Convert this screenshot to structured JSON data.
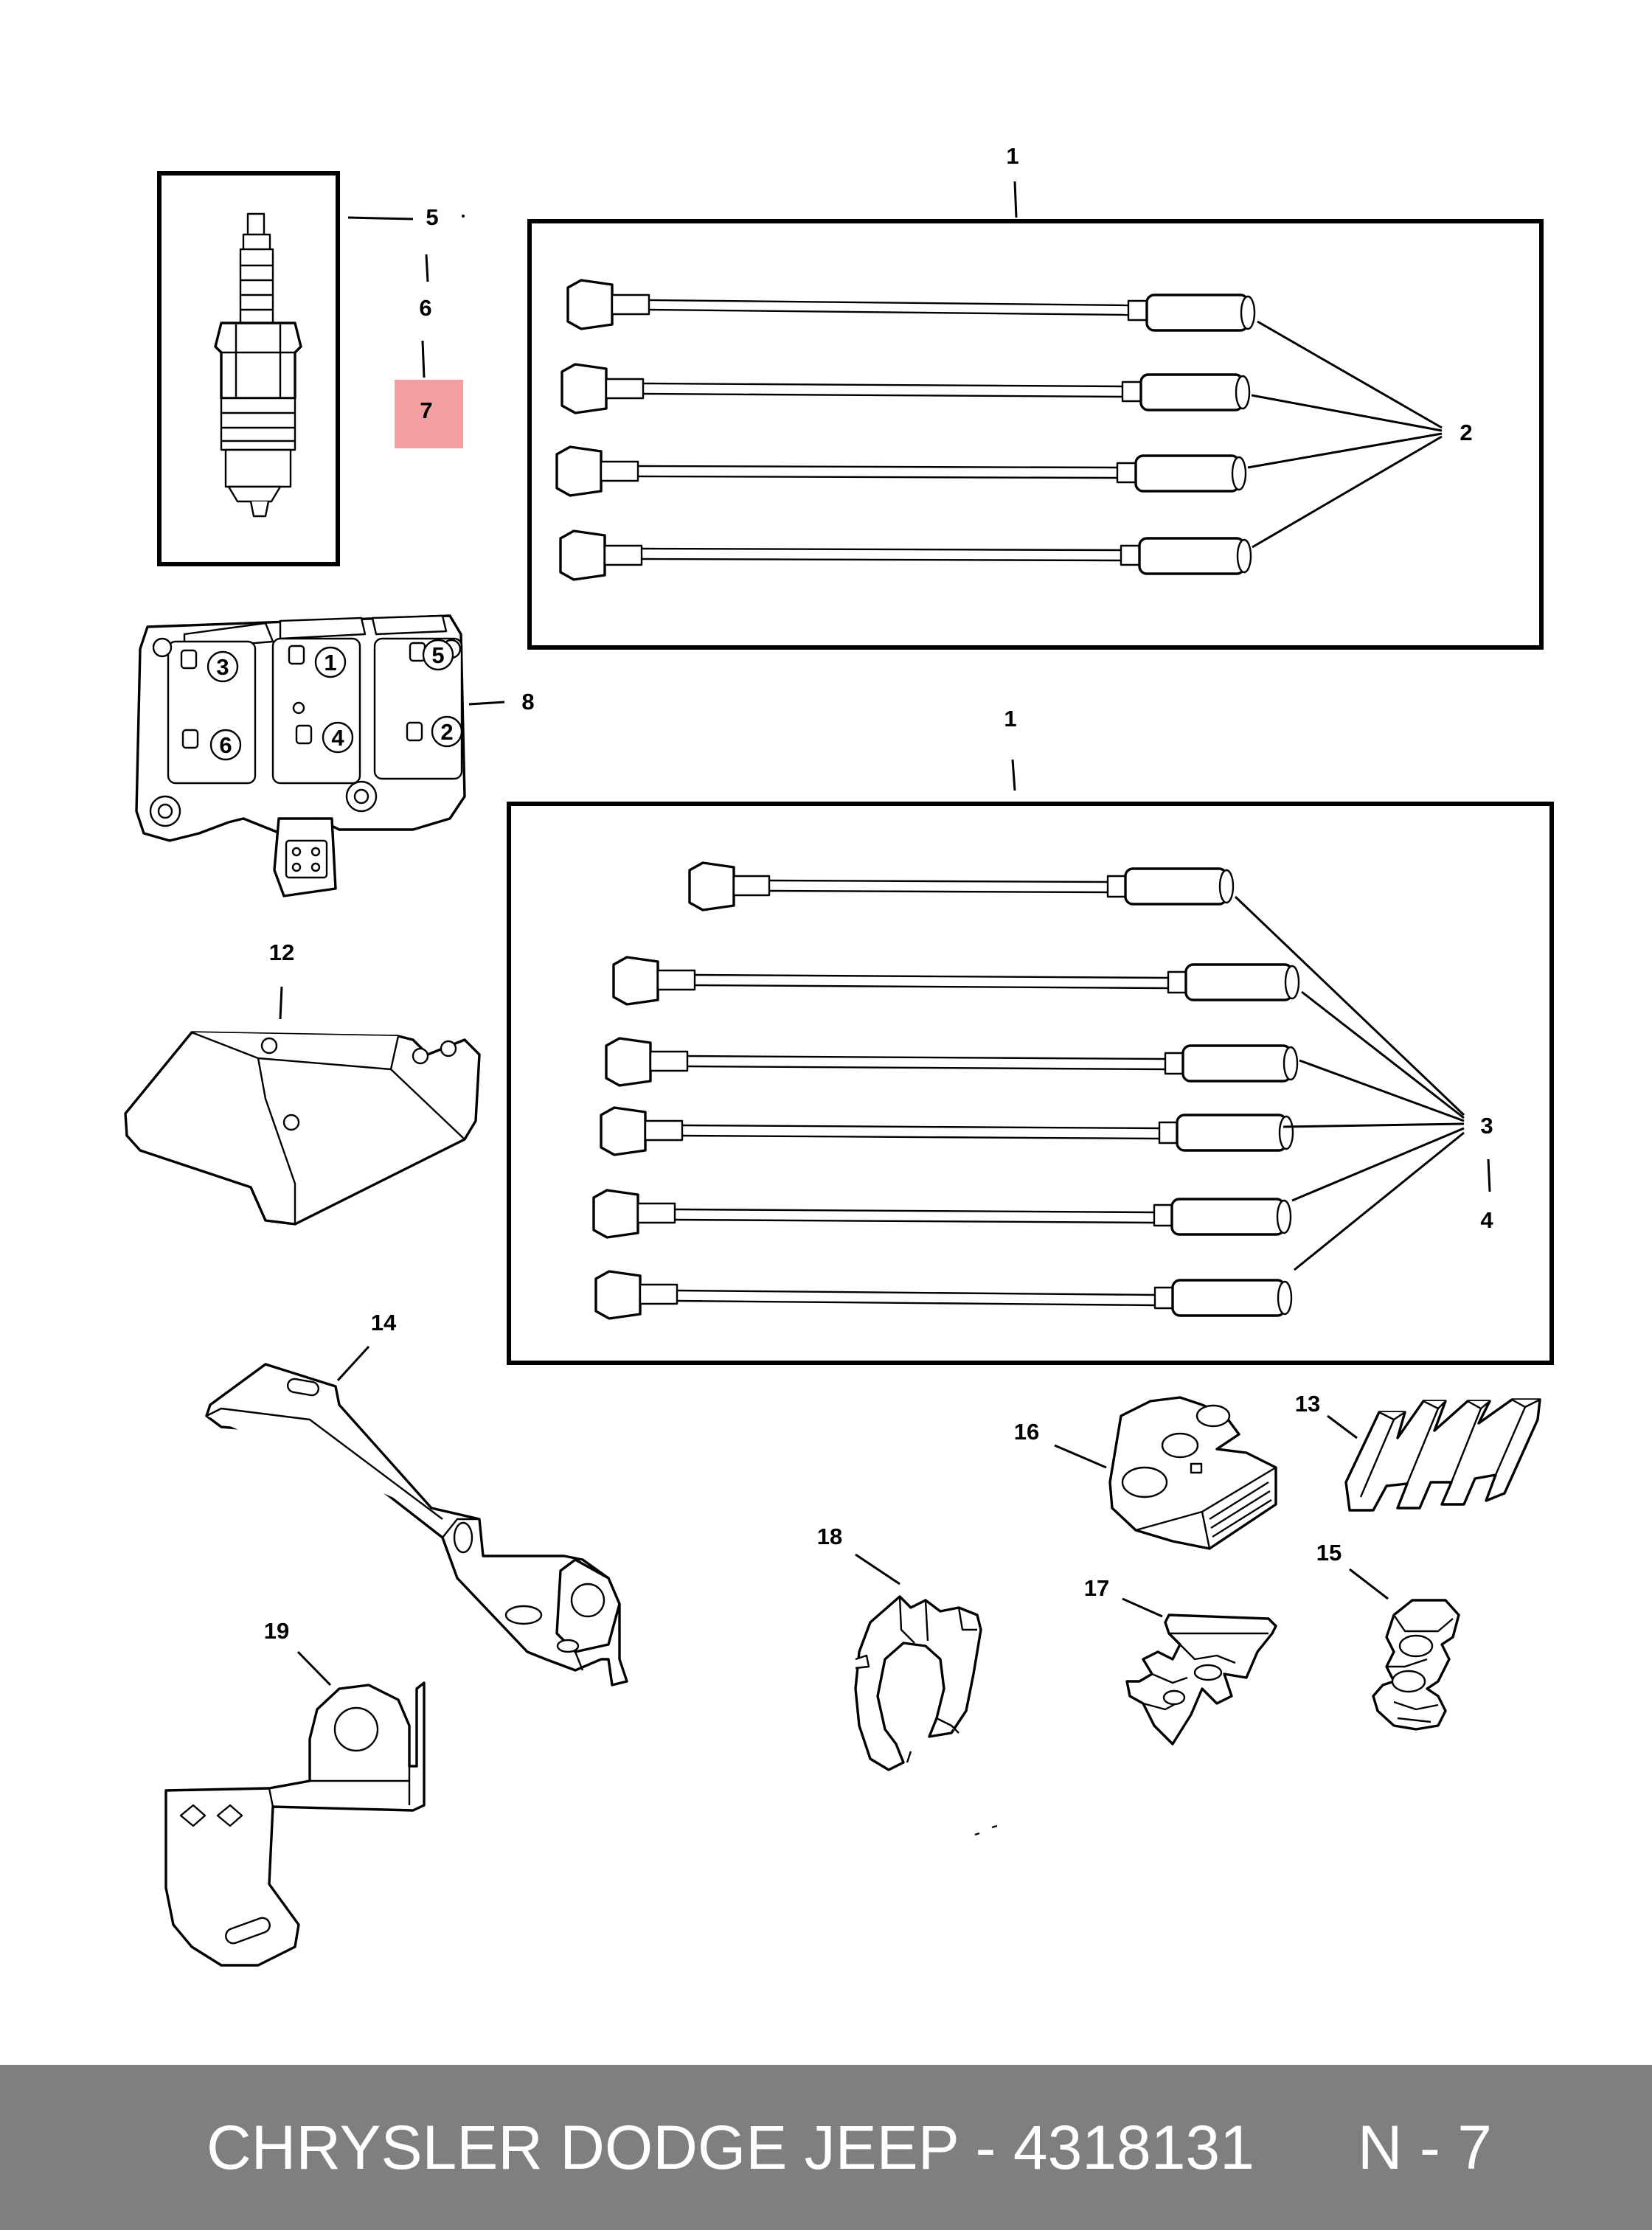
{
  "callouts": {
    "c1_top": "1",
    "c1_bottom": "1",
    "c2": "2",
    "c3": "3",
    "c4": "4",
    "c5": "5",
    "c6": "6",
    "c7": "7",
    "c8": "8",
    "c12": "12",
    "c13": "13",
    "c14": "14",
    "c15": "15",
    "c16": "16",
    "c17": "17",
    "c18": "18",
    "c19": "19"
  },
  "coil_terminals": [
    "3",
    "1",
    "5",
    "6",
    "4",
    "2"
  ],
  "highlight_color": "#f4a0a0",
  "footer": {
    "brand": "CHRYSLER DODGE JEEP - 4318131",
    "ref": "N - 7"
  }
}
